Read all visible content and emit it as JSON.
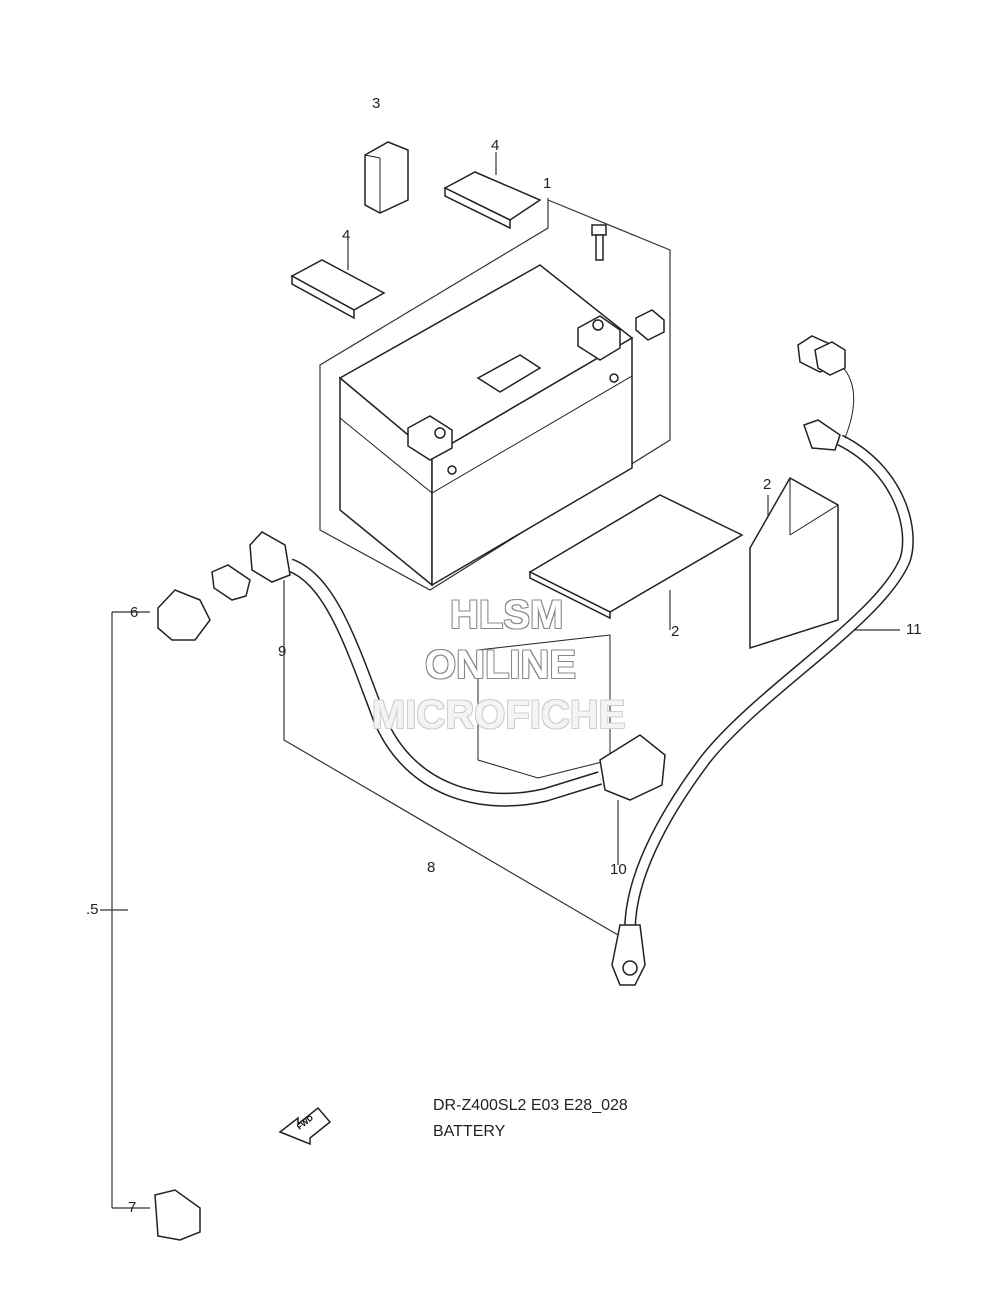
{
  "diagram": {
    "callouts": {
      "c1": "1",
      "c2a": "2",
      "c2b": "2",
      "c3": "3",
      "c4a": "4",
      "c4b": "4",
      "c5": ".5",
      "c6": "6",
      "c7": "7",
      "c8": "8",
      "c9": "9",
      "c10": "10",
      "c11": "11"
    },
    "watermark": {
      "line1": "HLSM",
      "line2": "ONLINE",
      "line3": "MICROFICHE"
    },
    "caption": {
      "model": "DR-Z400SL2 E03 E28_028",
      "title": "BATTERY"
    },
    "fwd_icon": {
      "icon": "fwd-arrow-icon",
      "label": "FWD"
    }
  }
}
